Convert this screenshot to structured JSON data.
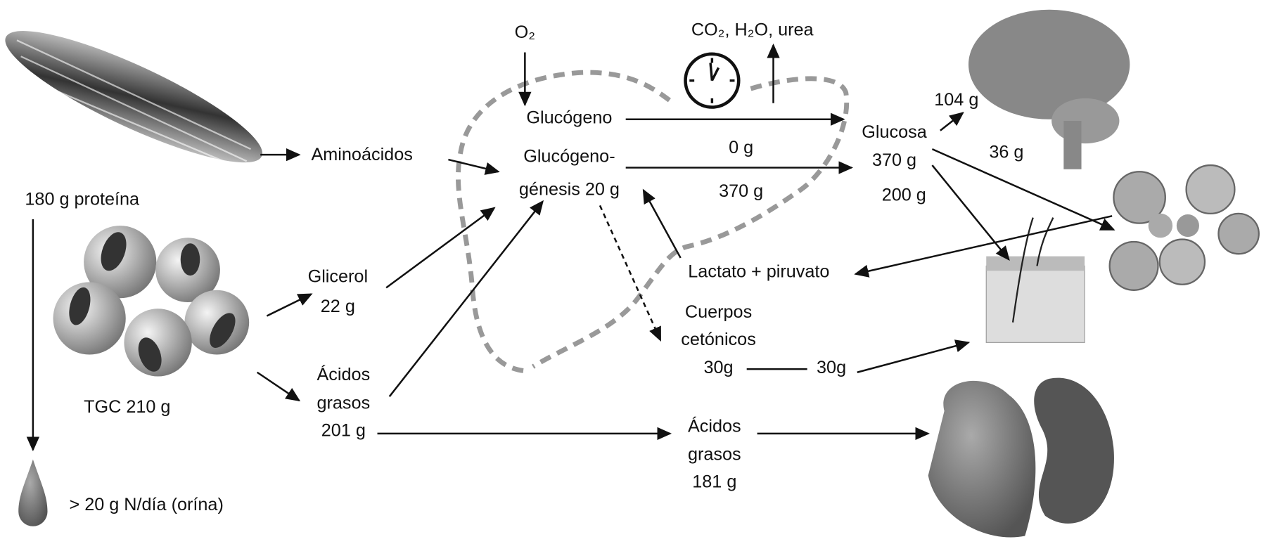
{
  "labels": {
    "aminoacidos": "Aminoácidos",
    "proteina": "180 g proteína",
    "orina": "> 20 g N/día (orína)",
    "tgc": "TGC 210 g",
    "glicerol": "Glicerol",
    "glicerol_amount": "22 g",
    "acidos_left": "Ácidos",
    "grasos_left": "grasos",
    "acidos_left_amount": "201 g",
    "o2": "O₂",
    "outputs": "CO₂, H₂O, urea",
    "glucogeno": "Glucógeno",
    "gluconeo_1": "Glucógeno-",
    "gluconeo_2": "génesis 20 g",
    "glucogeno_flow": "0 g",
    "gluconeo_flow": "370 g",
    "glucosa": "Glucosa",
    "glucosa_amount": "370 g",
    "glucosa_200": "200 g",
    "brain_104": "104 g",
    "brain_36": "36 g",
    "lactato": "Lactato + piruvato",
    "cuerpos": "Cuerpos",
    "cetonicos": "cetónicos",
    "cetonicos_amount": "30g",
    "cetonicos_amount_2": "30g",
    "acidos_mid": "Ácidos",
    "grasos_mid": "grasos",
    "acidos_mid_amount": "181 g"
  }
}
